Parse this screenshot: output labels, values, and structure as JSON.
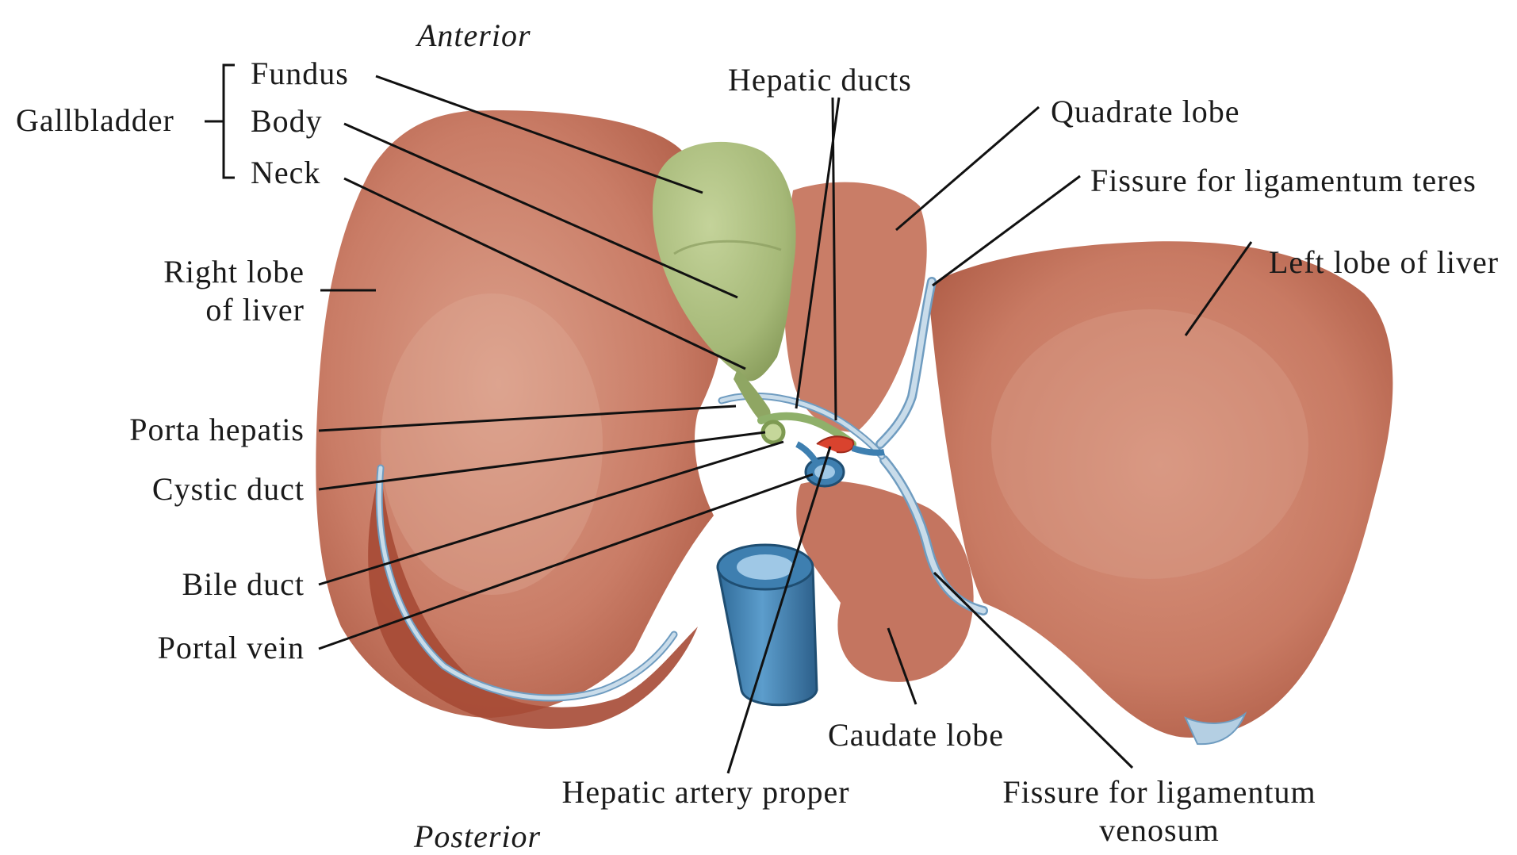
{
  "orientation": {
    "anterior": "Anterior",
    "posterior": "Posterior"
  },
  "labels": {
    "gallbladder": "Gallbladder",
    "fundus": "Fundus",
    "body": "Body",
    "neck": "Neck",
    "hepatic_ducts": "Hepatic ducts",
    "quadrate_lobe": "Quadrate lobe",
    "fissure_teres": "Fissure for ligamentum teres",
    "left_lobe": "Left lobe of liver",
    "right_lobe_line1": "Right lobe",
    "right_lobe_line2": "of liver",
    "porta_hepatis": "Porta hepatis",
    "cystic_duct": "Cystic duct",
    "bile_duct": "Bile duct",
    "portal_vein": "Portal vein",
    "caudate_lobe": "Caudate lobe",
    "hepatic_artery": "Hepatic artery proper",
    "fissure_venosum_line1": "Fissure for ligamentum",
    "fissure_venosum_line2": "venosum"
  },
  "colors": {
    "liver": "#c4735f",
    "liver_dark": "#a8523f",
    "liver_light": "#d99a86",
    "gallbladder": "#a9bd7c",
    "vein_blue": "#3e7fb0",
    "artery_red": "#d9432e",
    "fissure_blue": "#b8d3e6"
  }
}
